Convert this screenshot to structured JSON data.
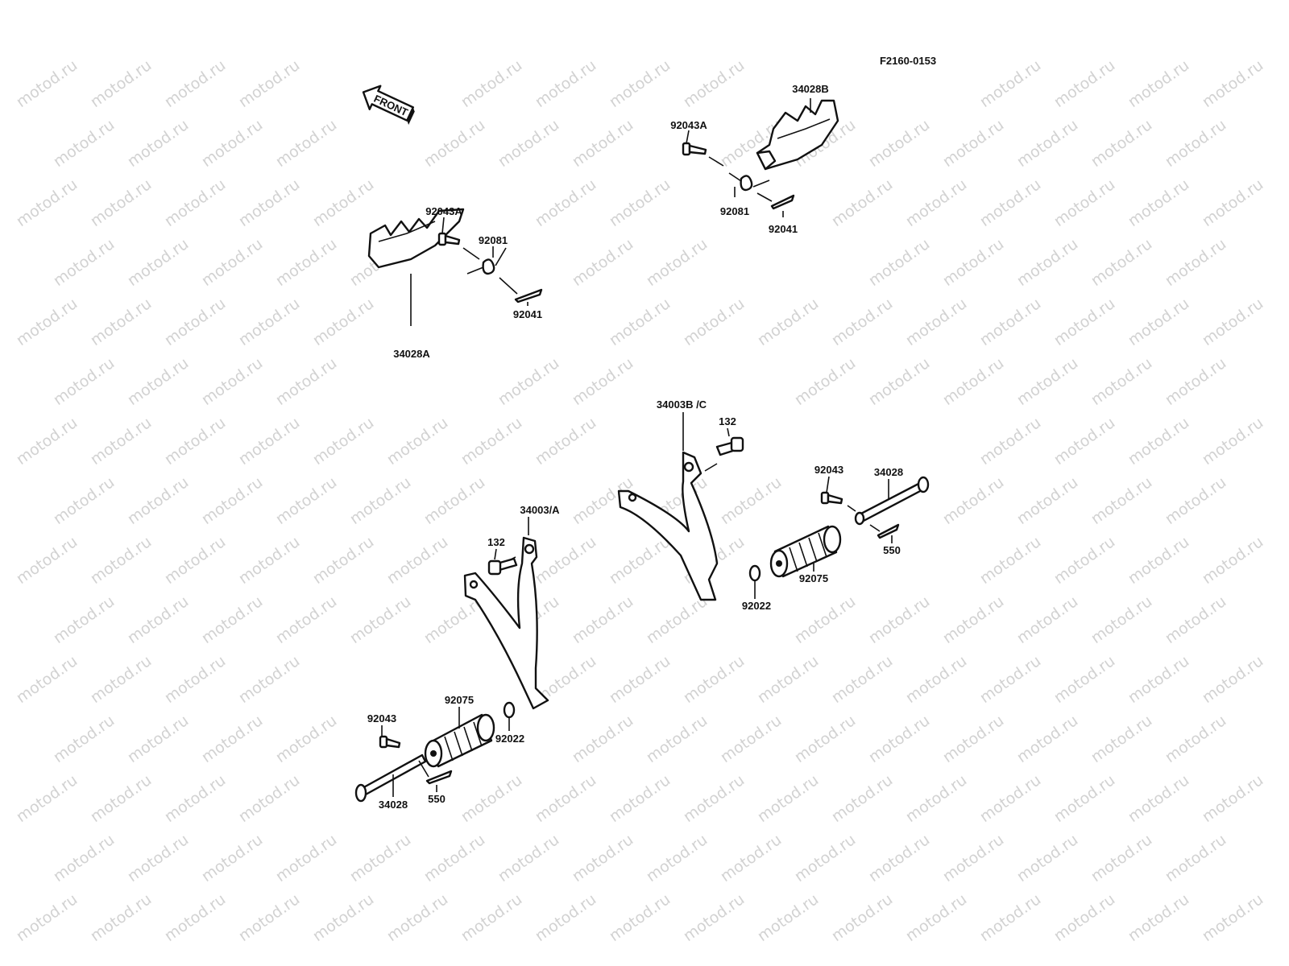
{
  "watermark": "motod.ru",
  "diagram_code": "F2160-0153",
  "front_arrow": "FRONT",
  "labels": [
    "34028B",
    "92043A",
    "92081",
    "92041",
    "92043A",
    "92081",
    "92041",
    "34028A",
    "34003B /C",
    "132",
    "92043",
    "34028",
    "550",
    "92075",
    "92022",
    "34003/A",
    "132",
    "92075",
    "92022",
    "92043",
    "34028",
    "550"
  ]
}
